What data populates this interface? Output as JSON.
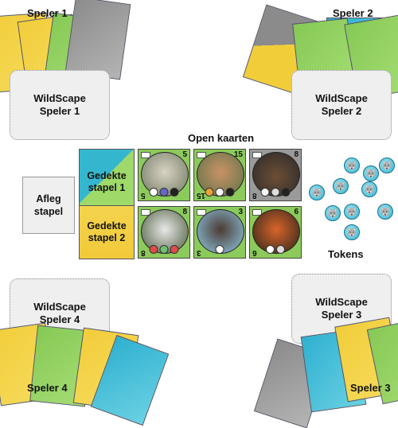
{
  "players": {
    "p1": {
      "label": "Speler 1",
      "zone_line1": "WildScape",
      "zone_line2": "Speler 1"
    },
    "p2": {
      "label": "Speler 2",
      "zone_line1": "WildScape",
      "zone_line2": "Speler 2"
    },
    "p3": {
      "label": "Speler 3",
      "zone_line1": "WildScape",
      "zone_line2": "Speler 3"
    },
    "p4": {
      "label": "Speler 4",
      "zone_line1": "WildScape",
      "zone_line2": "Speler 4"
    }
  },
  "center": {
    "open_cards_title": "Open kaarten",
    "discard_line1": "Afleg",
    "discard_line2": "stapel",
    "deck1_line1": "Gedekte",
    "deck1_line2": "stapel 1",
    "deck2_line1": "Gedekte",
    "deck2_line2": "stapel 2",
    "tokens_label": "Tokens"
  },
  "open_cards": [
    {
      "animal": "owl",
      "number": "5",
      "color": "#8ccb5b"
    },
    {
      "animal": "deer",
      "number": "15",
      "color": "#8ccb5b"
    },
    {
      "animal": "mouflon",
      "number": "8",
      "color": "#9a9a9a"
    },
    {
      "animal": "badger",
      "number": "8",
      "color": "#8ccb5b"
    },
    {
      "animal": "starling",
      "number": "3",
      "color": "#8ccb5b"
    },
    {
      "animal": "fox",
      "number": "6",
      "color": "#8ccb5b"
    }
  ],
  "token_icon": "wolf-howl-icon",
  "token_count": 10
}
